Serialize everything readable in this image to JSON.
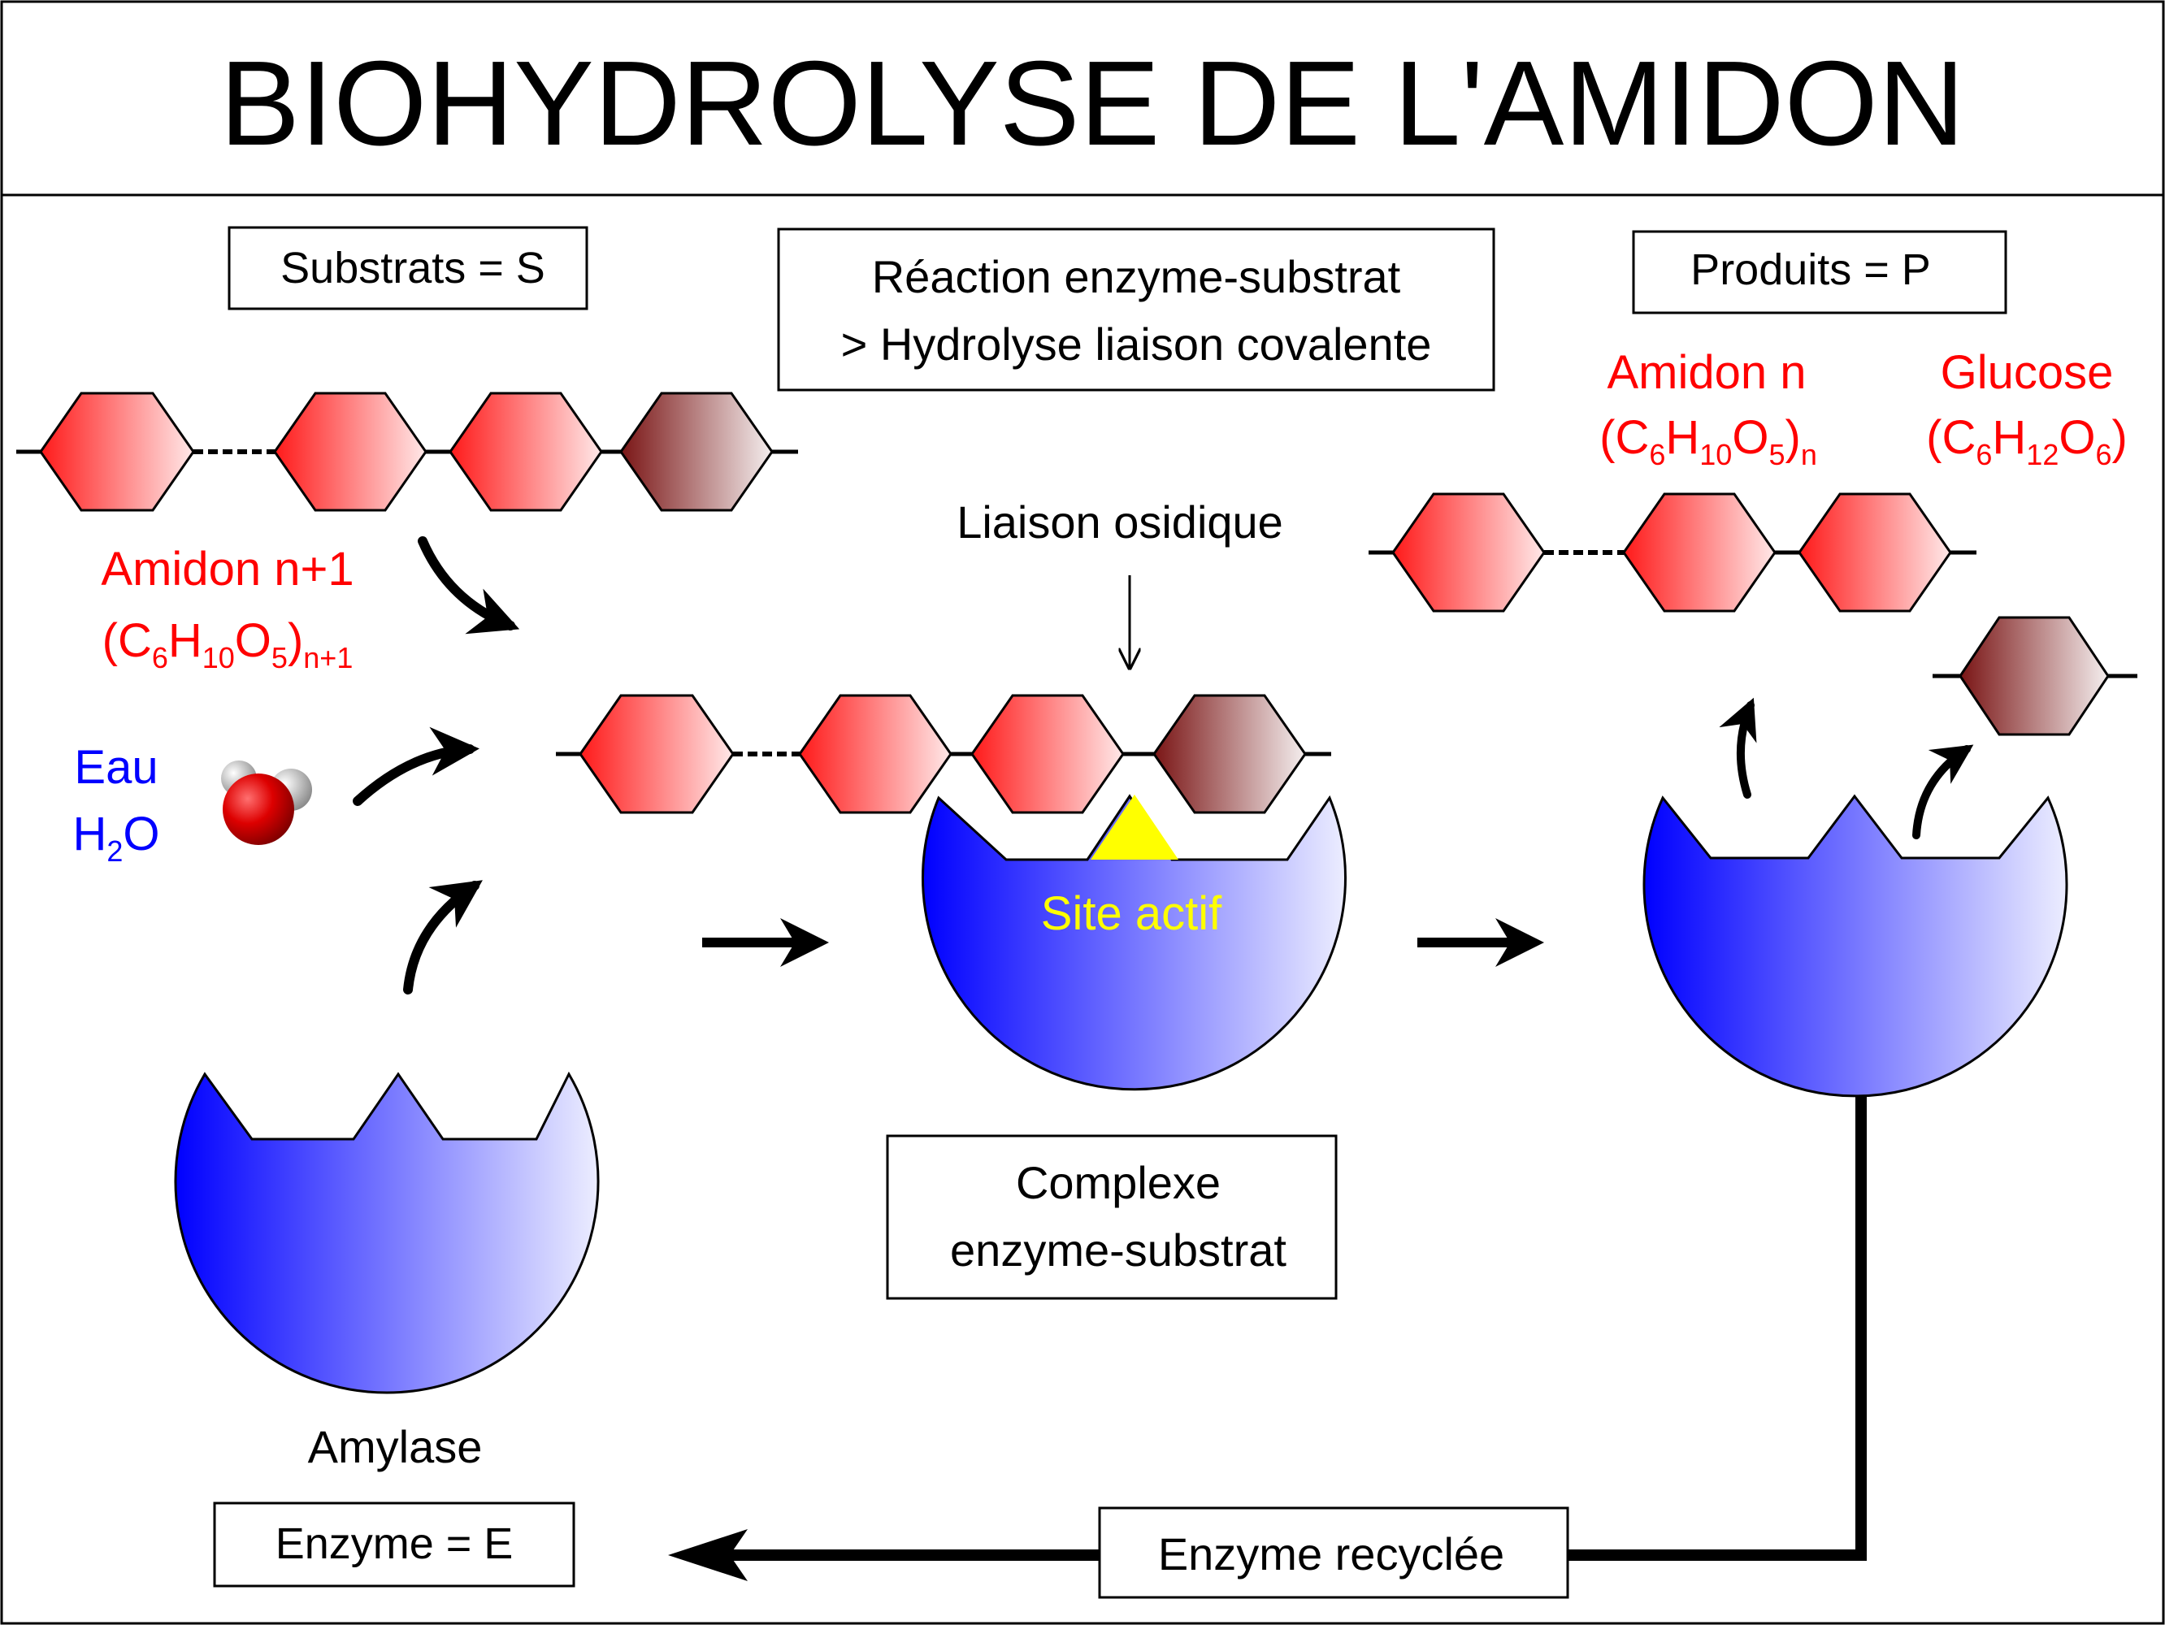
{
  "title": "BIOHYDROLYSE DE L'AMIDON",
  "labels": {
    "substrats": "Substrats = S",
    "reaction_line1": "Réaction enzyme-substrat",
    "reaction_line2": "> Hydrolyse liaison covalente",
    "produits": "Produits = P",
    "amidon_n_plus_1": "Amidon n+1",
    "amidon_n": "Amidon n",
    "glucose": "Glucose",
    "eau": "Eau",
    "liaison_osidique": "Liaison osidique",
    "site_actif": "Site actif",
    "complexe_line1": "Complexe",
    "complexe_line2": "enzyme-substrat",
    "amylase": "Amylase",
    "enzyme": "Enzyme = E",
    "enzyme_recyclee": "Enzyme recyclée"
  },
  "formulas": {
    "starch_n_plus_1": {
      "open": "(C",
      "c": "6",
      "h_label": "H",
      "h": "10",
      "o_label": "O",
      "o": "5",
      "close": ")",
      "index": "n+1"
    },
    "starch_n": {
      "open": "(C",
      "c": "6",
      "h_label": "H",
      "h": "10",
      "o_label": "O",
      "o": "5",
      "close": ")",
      "index": "n"
    },
    "glucose": {
      "open": "(C",
      "c": "6",
      "h_label": "H",
      "h": "12",
      "o_label": "O",
      "o": "6",
      "close": ")"
    },
    "water": {
      "h_label": "H",
      "h": "2",
      "o_label": "O"
    }
  },
  "colors": {
    "label_red": "#ff0000",
    "water_blue": "#0000ff",
    "site_yellow": "#ffff00",
    "enzyme_blue": "#0000ff",
    "glucose_brown": "#7a1515",
    "starch_red": "#ff1a1a"
  }
}
